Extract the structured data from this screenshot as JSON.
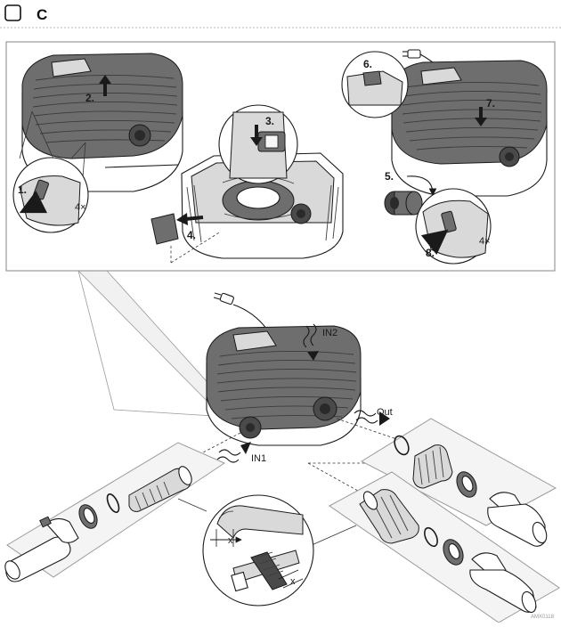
{
  "header": {
    "section_letter": "C"
  },
  "steps": {
    "s1": "1.",
    "s2": "2.",
    "s3": "3.",
    "s4": "4.",
    "s5": "5.",
    "s6": "6.",
    "s7": "7.",
    "s8": "8."
  },
  "repeat_labels": {
    "left": "4×",
    "right": "4×"
  },
  "flow_labels": {
    "in1": "IN1",
    "in2": "IN2",
    "out": "Out"
  },
  "dimension_labels": {
    "hose_gap": "x",
    "clamp_gap": "x"
  },
  "drawing_id": "AMX0118",
  "icons": [
    "checkbox-icon",
    "arrow-up-icon",
    "arrow-down-icon",
    "arrow-left-icon",
    "curved-arrow-icon",
    "flow-wave-icon",
    "power-plug-icon"
  ]
}
